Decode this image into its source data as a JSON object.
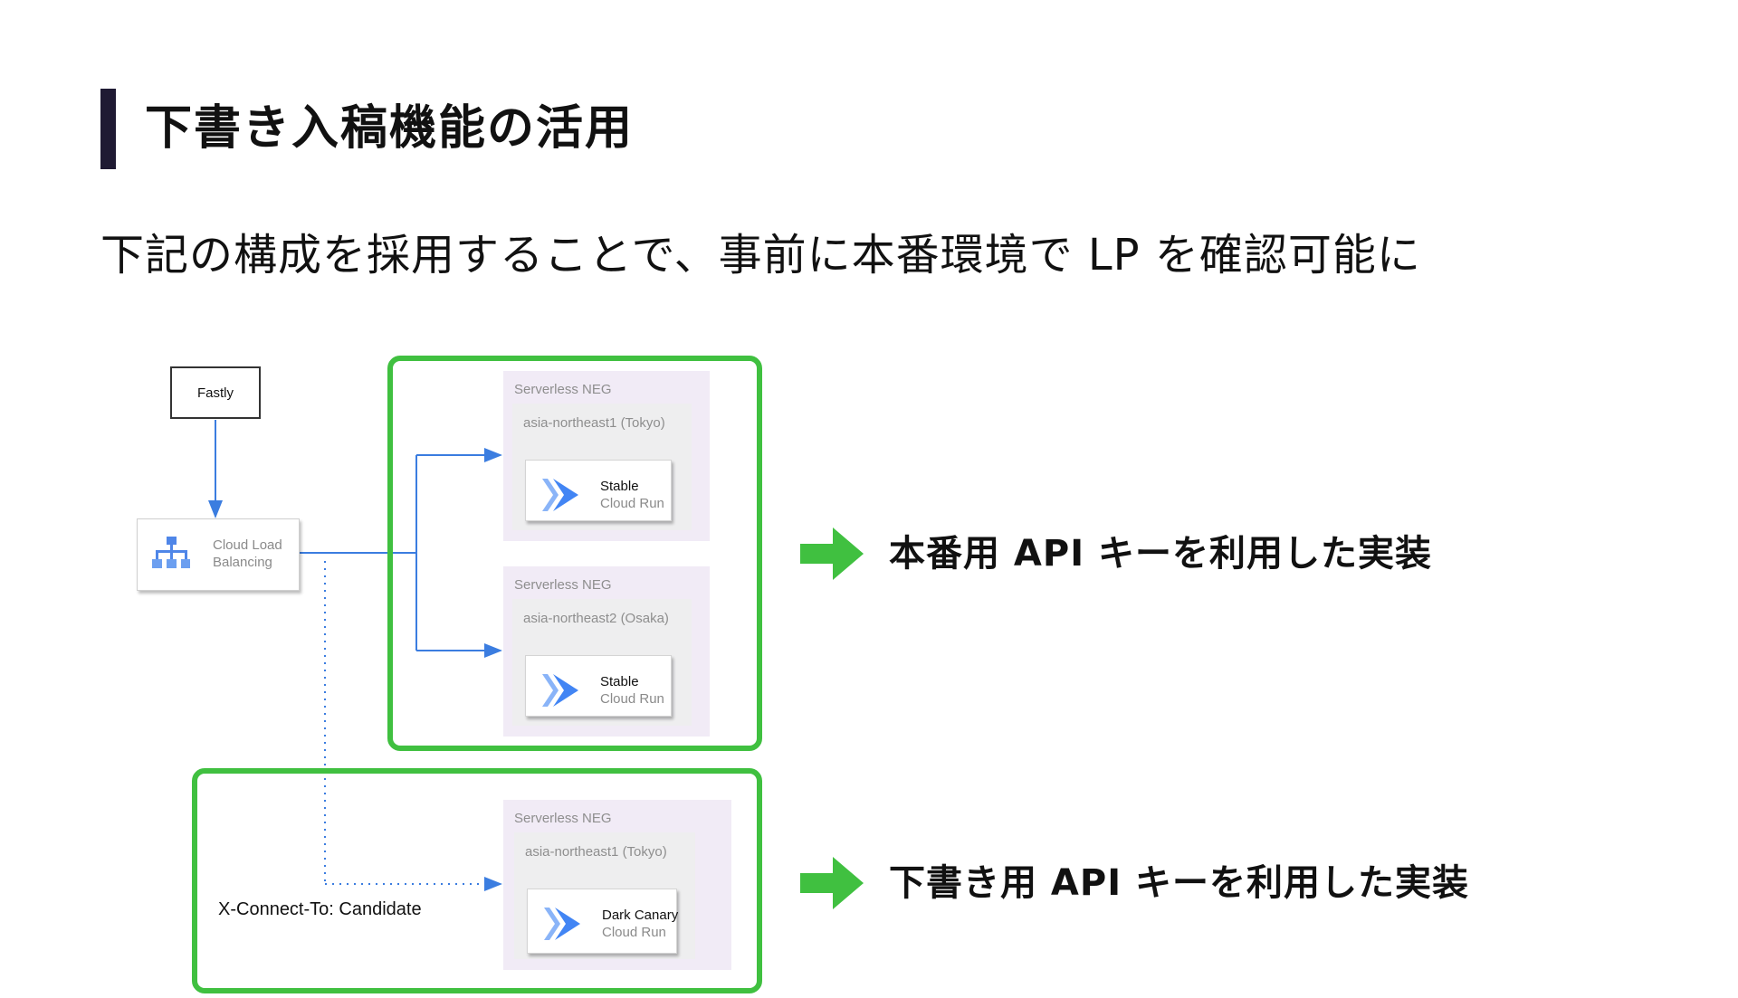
{
  "title": "下書き入稿機能の活用",
  "subtitle": "下記の構成を採用することで、事前に本番環境で LP を確認可能に",
  "diagram": {
    "fastly": "Fastly",
    "load_balancer": {
      "line1": "Cloud Load",
      "line2": "Balancing"
    },
    "negs": [
      {
        "label": "Serverless NEG",
        "region": "asia-northeast1 (Tokyo)",
        "service_name": "Stable",
        "service_type": "Cloud Run"
      },
      {
        "label": "Serverless NEG",
        "region": "asia-northeast2 (Osaka)",
        "service_name": "Stable",
        "service_type": "Cloud Run"
      },
      {
        "label": "Serverless NEG",
        "region": "asia-northeast1 (Tokyo)",
        "service_name": "Dark Canary",
        "service_type": "Cloud Run"
      }
    ],
    "header_label": "X-Connect-To: Candidate"
  },
  "notes": [
    "本番用 API キーを利用した実装",
    "下書き用 API キーを利用した実装"
  ],
  "colors": {
    "accent_green": "#40c040",
    "connector_blue": "#3b7de0",
    "title_bar": "#1f1a33",
    "neg_bg": "#f1ebf6"
  },
  "icons": {
    "load_balancer": "load-balancer-icon",
    "cloud_run": "cloud-run-icon",
    "arrow": "right-arrow-icon"
  }
}
